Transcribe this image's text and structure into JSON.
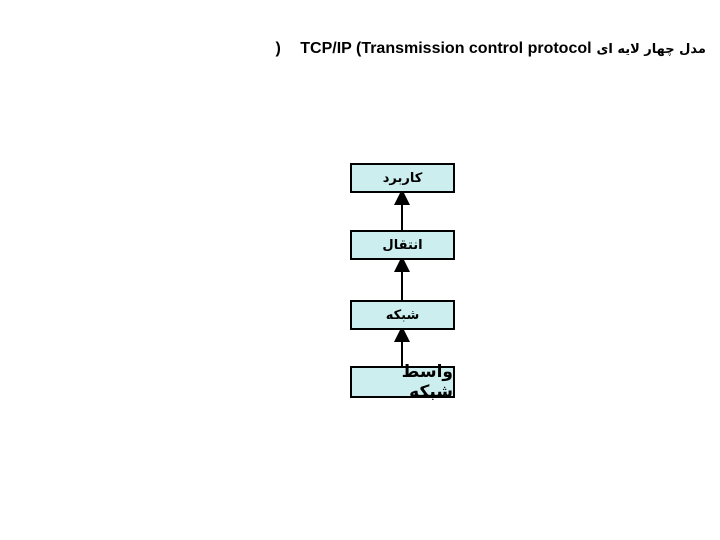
{
  "title": {
    "persian": "مدل چهار لایه ای",
    "latin": "TCP/IP (Transmission control protocol",
    "trailing": ")"
  },
  "layers": [
    {
      "label": "کاربرد"
    },
    {
      "label": "انتقال"
    },
    {
      "label": "شبکه"
    },
    {
      "label": "واسط شبکه"
    }
  ],
  "colors": {
    "box_fill": "#cceeee",
    "border": "#000000",
    "text": "#000000",
    "background": "#ffffff"
  }
}
